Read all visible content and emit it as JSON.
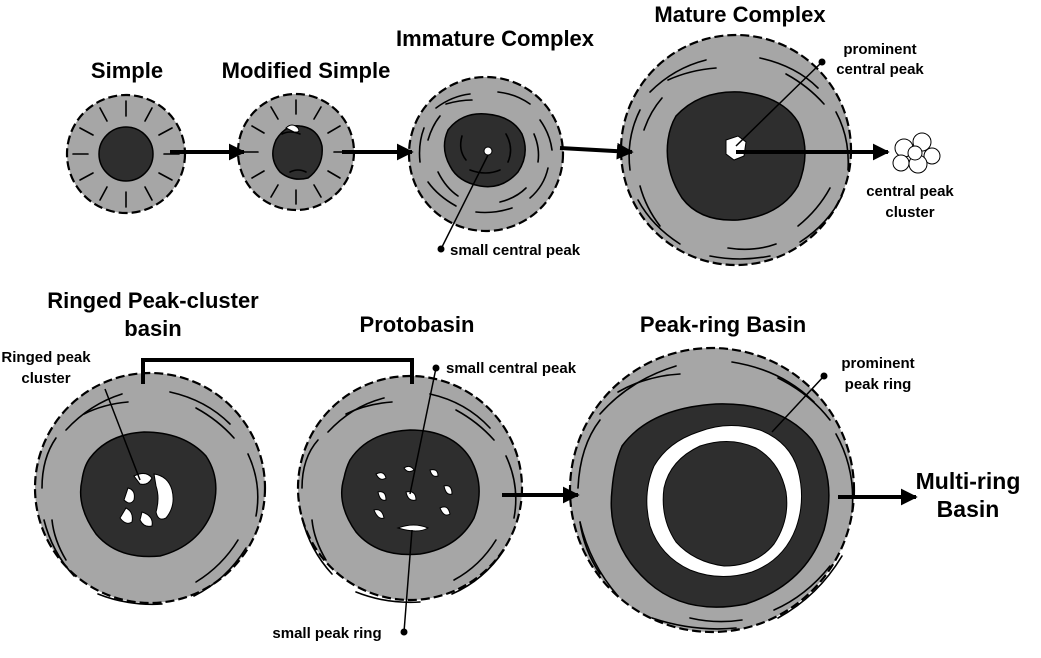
{
  "stages": {
    "simple": "Simple",
    "modified_simple": "Modified Simple",
    "immature_complex": "Immature Complex",
    "mature_complex": "Mature Complex",
    "ringed_peak_cluster_line1": "Ringed Peak-cluster",
    "ringed_peak_cluster_line2": "basin",
    "protobasin": "Protobasin",
    "peak_ring_basin": "Peak-ring Basin",
    "multi_ring_line1": "Multi-ring",
    "multi_ring_line2": "Basin"
  },
  "annotations": {
    "prominent_central_peak_line1": "prominent",
    "prominent_central_peak_line2": "central peak",
    "central_peak_cluster_line1": "central peak",
    "central_peak_cluster_line2": "cluster",
    "small_central_peak_top": "small central peak",
    "ringed_peak_cluster_line1": "Ringed peak",
    "ringed_peak_cluster_line2": "cluster",
    "small_central_peak_proto": "small central peak",
    "small_peak_ring": "small peak ring",
    "prominent_peak_ring_line1": "prominent",
    "prominent_peak_ring_line2": "peak ring"
  },
  "colors": {
    "rim": "#a6a6a6",
    "floor": "#2e2e2e",
    "peak": "#ffffff",
    "line": "#000000"
  }
}
